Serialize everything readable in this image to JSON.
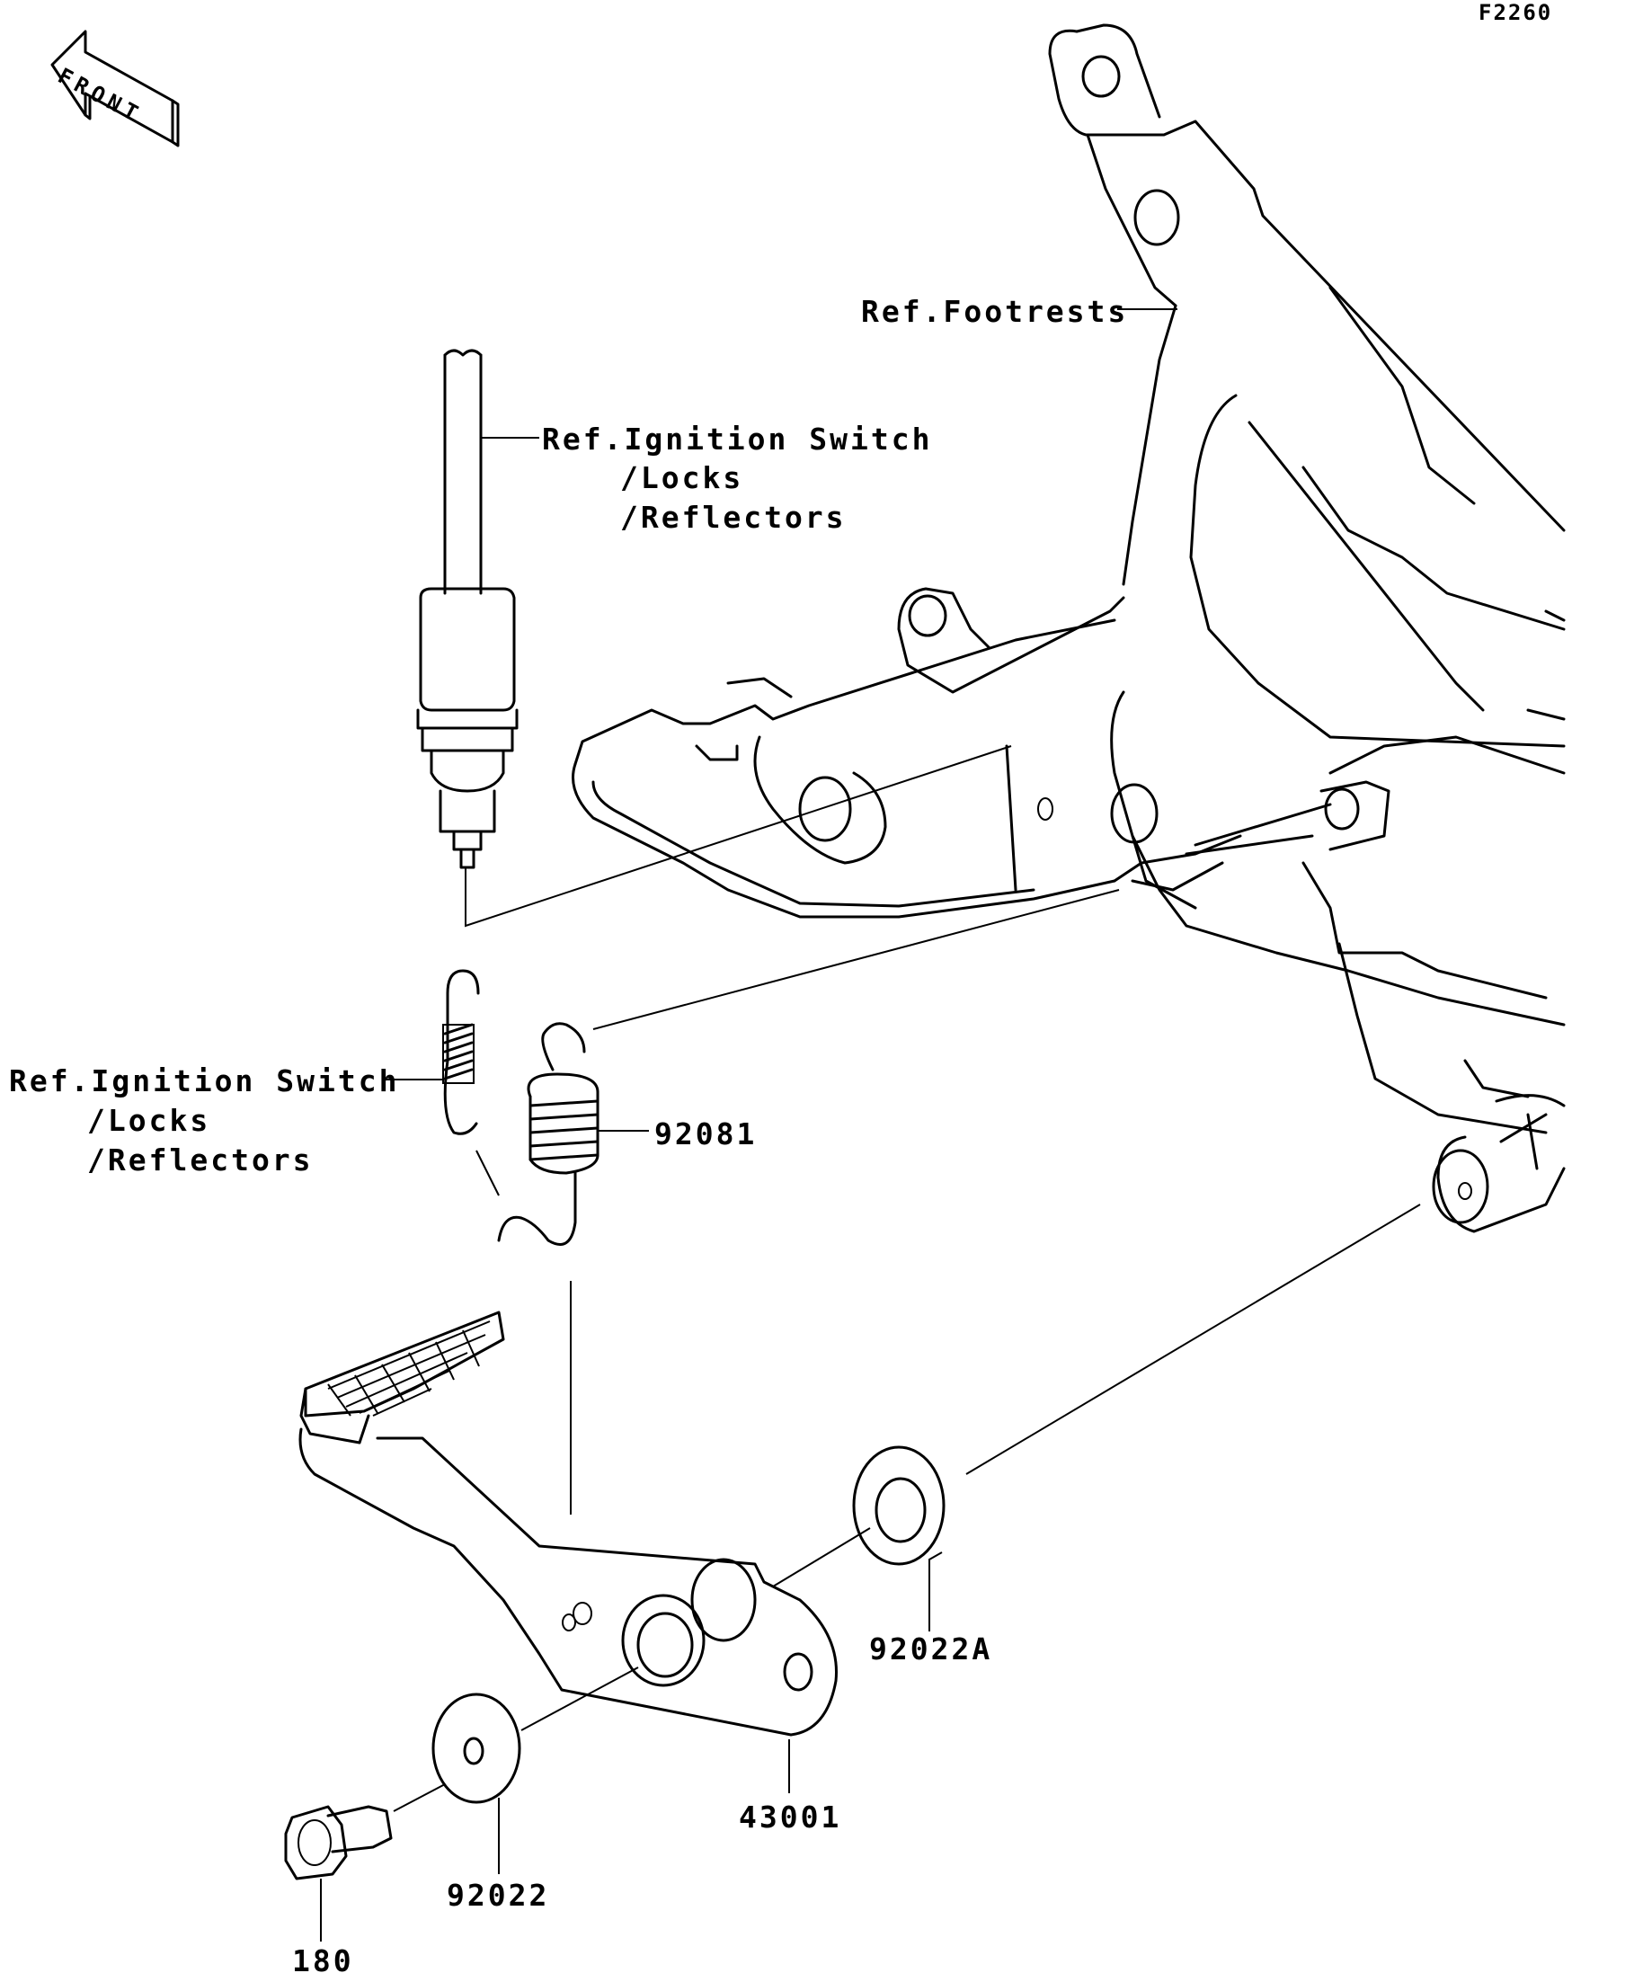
{
  "figure_code": "F2260",
  "front_arrow_label": "FRONT",
  "ref_footrests": "Ref.Footrests",
  "ref_ignition_top": [
    "Ref.Ignition Switch",
    "/Locks",
    "/Reflectors"
  ],
  "ref_ignition_left": [
    "Ref.Ignition Switch",
    "/Locks",
    "/Reflectors"
  ],
  "parts": {
    "spring": "92081",
    "washer_a": "92022A",
    "pedal": "43001",
    "washer": "92022",
    "bolt": "180"
  }
}
